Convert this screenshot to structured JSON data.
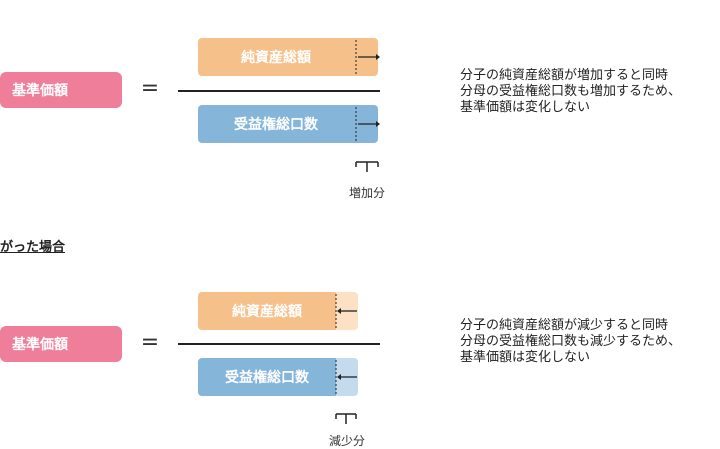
{
  "colors": {
    "nav_pink": "#ee7e99",
    "numerator_orange": "#f5c08a",
    "denominator_blue": "#85b5d9",
    "change_orange_light": "#fde1c4",
    "change_blue_light": "#c4dbee"
  },
  "top": {
    "left_label": "基準価額",
    "equals": "=",
    "numerator": "純資産総額",
    "denominator": "受益権総口数",
    "delta_label": "増加分",
    "description": [
      "分子の純資産総額が増加すると同時",
      "分母の受益権総口数も増加するため、",
      "基準価額は変化しない"
    ]
  },
  "section_heading": "がった場合",
  "bottom": {
    "left_label": "基準価額",
    "equals": "=",
    "numerator": "純資産総額",
    "denominator": "受益権総口数",
    "delta_label": "減少分",
    "description": [
      "分子の純資産総額が減少すると同時",
      "分母の受益権総口数も減少するため、",
      "基準価額は変化しない"
    ]
  }
}
